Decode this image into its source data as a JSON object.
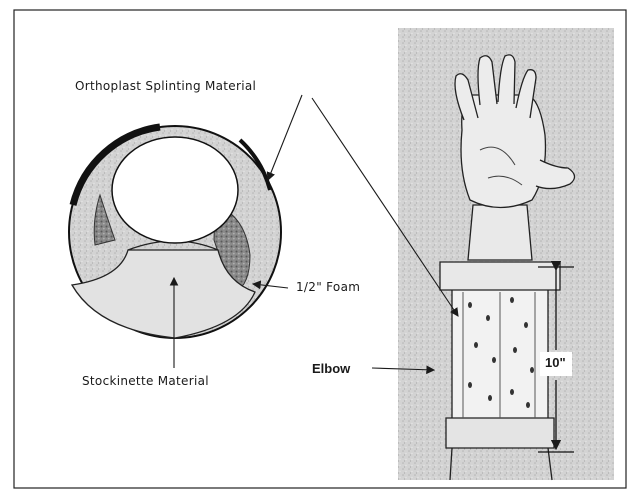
{
  "labels": {
    "orthoplast": "Orthoplast Splinting Material",
    "foam": "1/2\" Foam",
    "stockinette": "Stockinette Material",
    "elbow": "Elbow",
    "length": "10\""
  },
  "colors": {
    "frame": "#222222",
    "arm_background": "#cfcfcf",
    "ink": "#1a1a1a"
  }
}
